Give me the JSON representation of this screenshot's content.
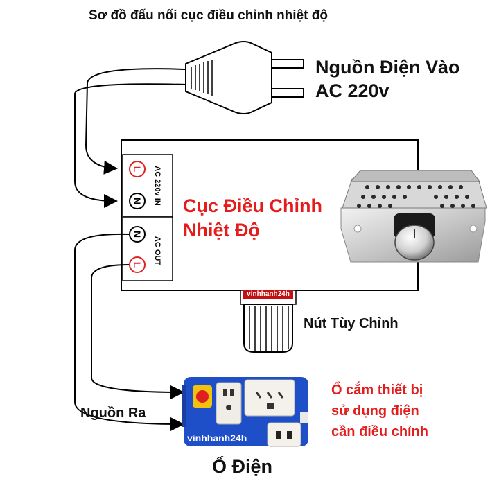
{
  "title": "Sơ đồ đấu nối cục điều chỉnh nhiệt độ",
  "power_in": {
    "line1": "Nguồn Điện Vào",
    "line2": "AC 220v"
  },
  "controller": {
    "line1": "Cục Điều Chỉnh",
    "line2": "Nhiệt Độ"
  },
  "terminal_in_label": "AC 220v IN",
  "terminal_out_label": "AC OUT",
  "terminal_letters": {
    "l": "L",
    "n": "N"
  },
  "knob_label": "Nút Tùy Chỉnh",
  "outlet_note": {
    "line1": "Ổ cắm thiết bị",
    "line2": "sử dụng điện",
    "line3": "cần điều chỉnh"
  },
  "power_out_label": "Nguồn Ra",
  "socket_label": "Ổ Điện",
  "watermark": "vinhhanh24h",
  "colors": {
    "accent_red": "#e41c1c",
    "socket_blue": "#1e4fc8",
    "text": "#111111"
  }
}
